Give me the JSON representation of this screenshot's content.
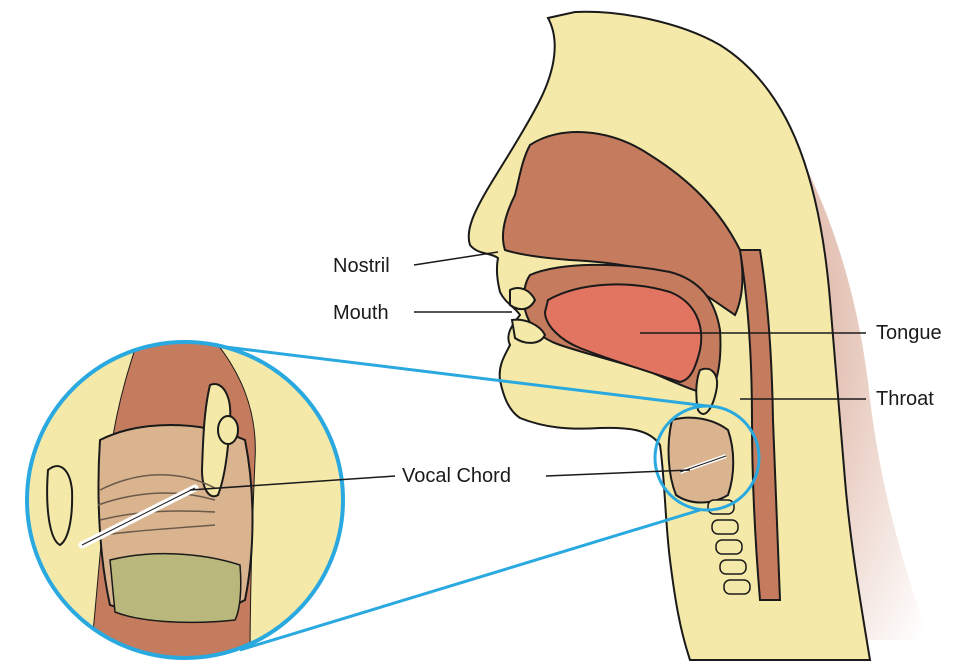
{
  "labels": {
    "nostril": "Nostril",
    "mouth": "Mouth",
    "tongue": "Tongue",
    "throat": "Throat",
    "vocal_chord": "Vocal Chord"
  },
  "colors": {
    "skin": "#f4e9a8",
    "skin_shadow": "#c9846b",
    "tissue": "#c47b5e",
    "tongue": "#e27462",
    "inner": "#d9b48f",
    "outline": "#1a1a1a",
    "zoom_ring": "#2aa9e0",
    "green_tint": "#b9b77b",
    "cord": "#ffffff"
  }
}
